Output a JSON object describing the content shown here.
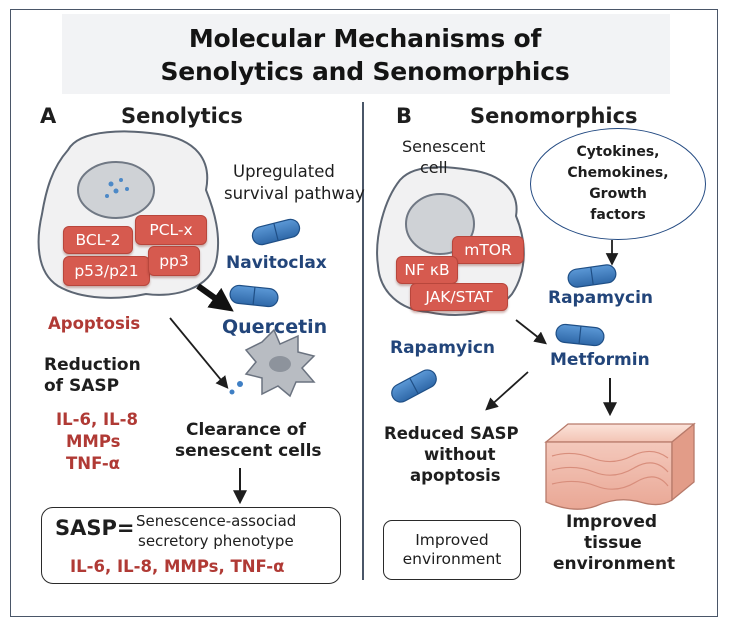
{
  "title": {
    "line1": "Molecular Mechanisms of",
    "line2": "Senolytics and Senomorphics"
  },
  "panel_a": {
    "letter": "A",
    "heading": "Senolytics",
    "pathway_line1": "Upregulated",
    "pathway_line2": "survival pathway",
    "proteins": [
      "BCL-2",
      "PCL-x",
      "p53/p21",
      "pp3"
    ],
    "drug1": "Navitoclax",
    "drug2": "Quercetin",
    "apoptosis": "Apoptosis",
    "reduction_line1": "Reduction",
    "reduction_line2": "of SASP",
    "markers": [
      "IL-6, IL-8",
      "MMPs",
      "TNF-α"
    ],
    "clearance_line1": "Clearance of",
    "clearance_line2": "senescent cells",
    "sasp_term": "SASP=",
    "sasp_def_line1": "Senescence-associad",
    "sasp_def_line2": "secretory phenotype",
    "sasp_markers": "IL-6, IL-8, MMPs, TNF-α"
  },
  "panel_b": {
    "letter": "B",
    "heading": "Senomorphics",
    "cell_label_line1": "Senescent",
    "cell_label_line2": "cell",
    "cyto_line1": "Cytokines,",
    "cyto_line2": "Chemokines,",
    "cyto_line3": "Growth",
    "cyto_line4": "factors",
    "proteins": [
      "mTOR",
      "NF κB",
      "JAK/STAT"
    ],
    "drug_rapamycin": "Rapamycin",
    "drug_rapamyicn": "Rapamyicn",
    "drug_metformin": "Metformin",
    "reduced_line1": "Reduced SASP",
    "reduced_line2": "without",
    "reduced_line3": "apoptosis",
    "env_line1": "Improved",
    "env_line2": "environment",
    "tissue_line1": "Improved",
    "tissue_line2": "tissue",
    "tissue_line3": "environment"
  },
  "colors": {
    "protein_box": "#d65a4f",
    "drug_text": "#22457a",
    "red_text": "#b03a35",
    "pill": "#3f7fc4",
    "cell_fill": "#f1f1f2"
  }
}
